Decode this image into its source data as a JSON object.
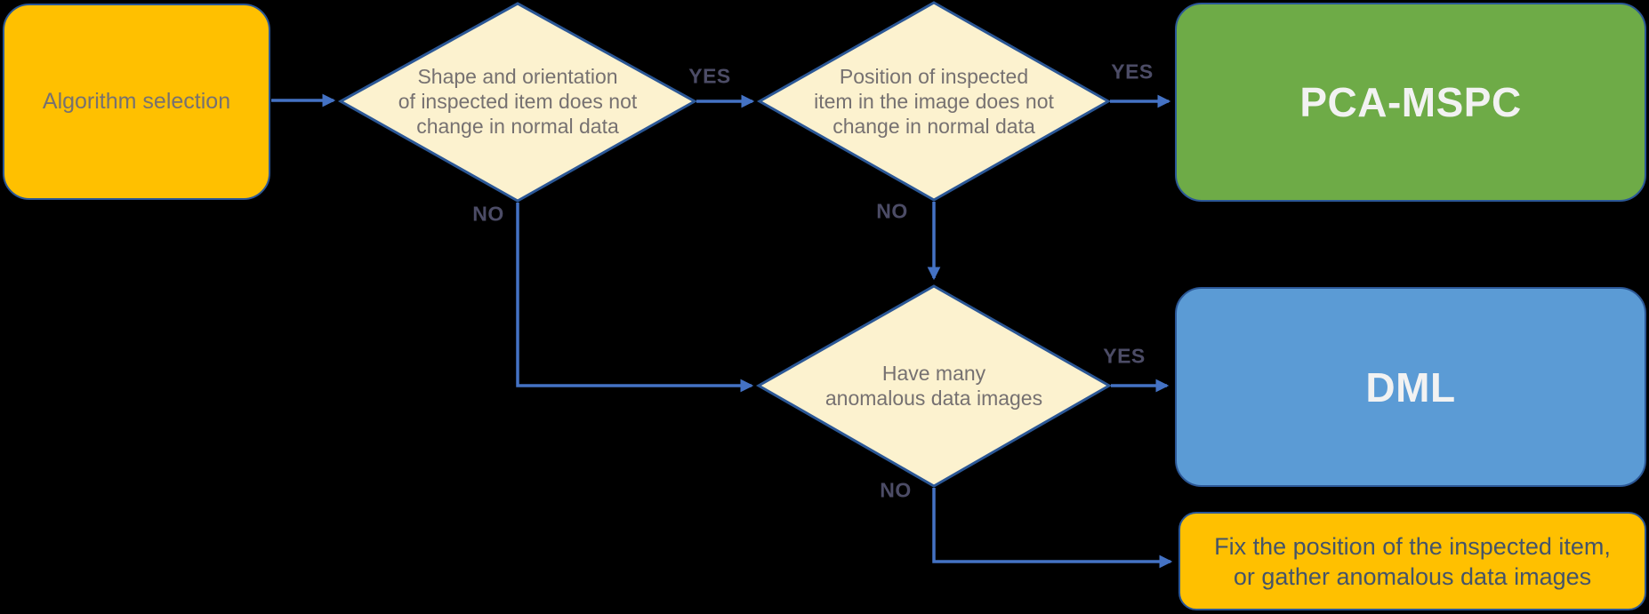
{
  "diagram": {
    "background_color": "#000000",
    "colors": {
      "start_fill": "#FFC000",
      "decision_fill": "#FCF2CF",
      "pca_fill": "#6EAB47",
      "dml_fill": "#5B9BD5",
      "fix_fill": "#FFC000",
      "shape_border": "#2B5796",
      "arrow": "#4472C4",
      "decision_text": "#767171",
      "edge_label_text": "#4C4C66",
      "outcome_text": "#F2F2F2",
      "fix_text": "#44546A"
    },
    "nodes": {
      "start": {
        "label": "Algorithm selection"
      },
      "decision_shape_orientation": {
        "lines": [
          "Shape and orientation",
          "of inspected item does not",
          "change in normal data"
        ]
      },
      "decision_position": {
        "lines": [
          "Position of inspected",
          "item in the image does not",
          "change in normal data"
        ]
      },
      "decision_anomalous": {
        "lines": [
          "Have many",
          "anomalous data images"
        ]
      },
      "outcome_pca": {
        "label": "PCA-MSPC"
      },
      "outcome_dml": {
        "label": "DML"
      },
      "outcome_fix": {
        "lines": [
          "Fix the position of the inspected item,",
          "or gather anomalous data images"
        ]
      }
    },
    "edge_labels": {
      "yes_1": "YES",
      "yes_2": "YES",
      "yes_3": "YES",
      "no_1": "NO",
      "no_2": "NO",
      "no_3": "NO"
    }
  }
}
